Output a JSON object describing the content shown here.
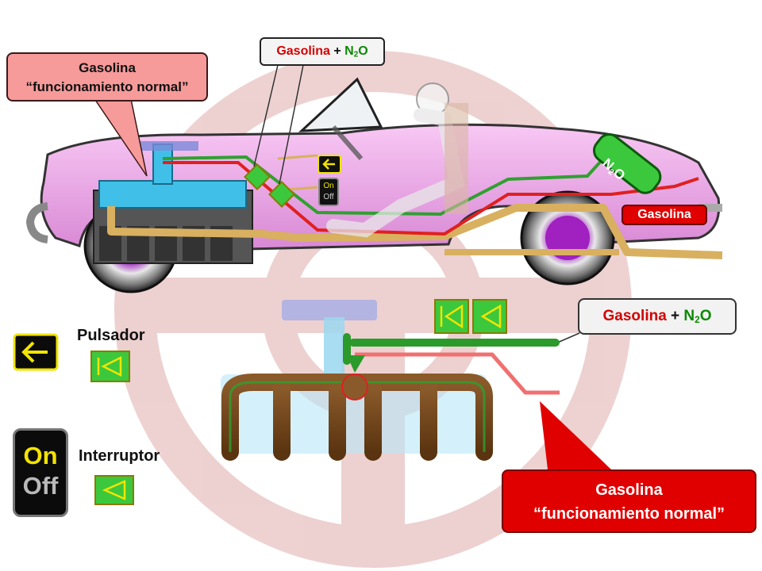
{
  "callouts": {
    "top_left": {
      "line1": "Gasolina",
      "line2": "“funcionamiento normal”"
    },
    "top_mid": {
      "part1": "Gasolina",
      "plus": " + ",
      "n2o_prefix": "N",
      "n2o_sub": "2",
      "n2o_suffix": "O"
    },
    "mid_right": {
      "part1": "Gasolina",
      "plus": " + ",
      "n2o_prefix": "N",
      "n2o_sub": "2",
      "n2o_suffix": "O"
    },
    "bottom_right": {
      "line1": "Gasolina",
      "line2": "“funcionamiento normal”"
    }
  },
  "car": {
    "tank_label_prefix": "N",
    "tank_label_sub": "2",
    "tank_label_suffix": "O",
    "fuel_tag": "Gasolina",
    "switch_on": "On",
    "switch_off": "Off"
  },
  "legend": {
    "pulsador_label": "Pulsador",
    "interruptor_label": "Interruptor",
    "on_text": "On",
    "off_text": "Off"
  },
  "colors": {
    "car_body": "#f0a8e8",
    "gasoline_line": "#e02020",
    "n2o_line": "#30a030",
    "exhaust": "#d8b060",
    "switch_yellow": "#f2e400",
    "valve_green": "#3cc83c",
    "engine_blue": "#40c0e8",
    "callout_red": "#e00000",
    "callout_pink": "#f79a9a"
  },
  "icons": [
    "steering-wheel-watermark",
    "arrow-left-icon",
    "valve-button-icon",
    "valve-switch-icon",
    "n2o-tank-icon",
    "car-wheel-icon",
    "engine-icon",
    "intake-manifold-icon"
  ]
}
